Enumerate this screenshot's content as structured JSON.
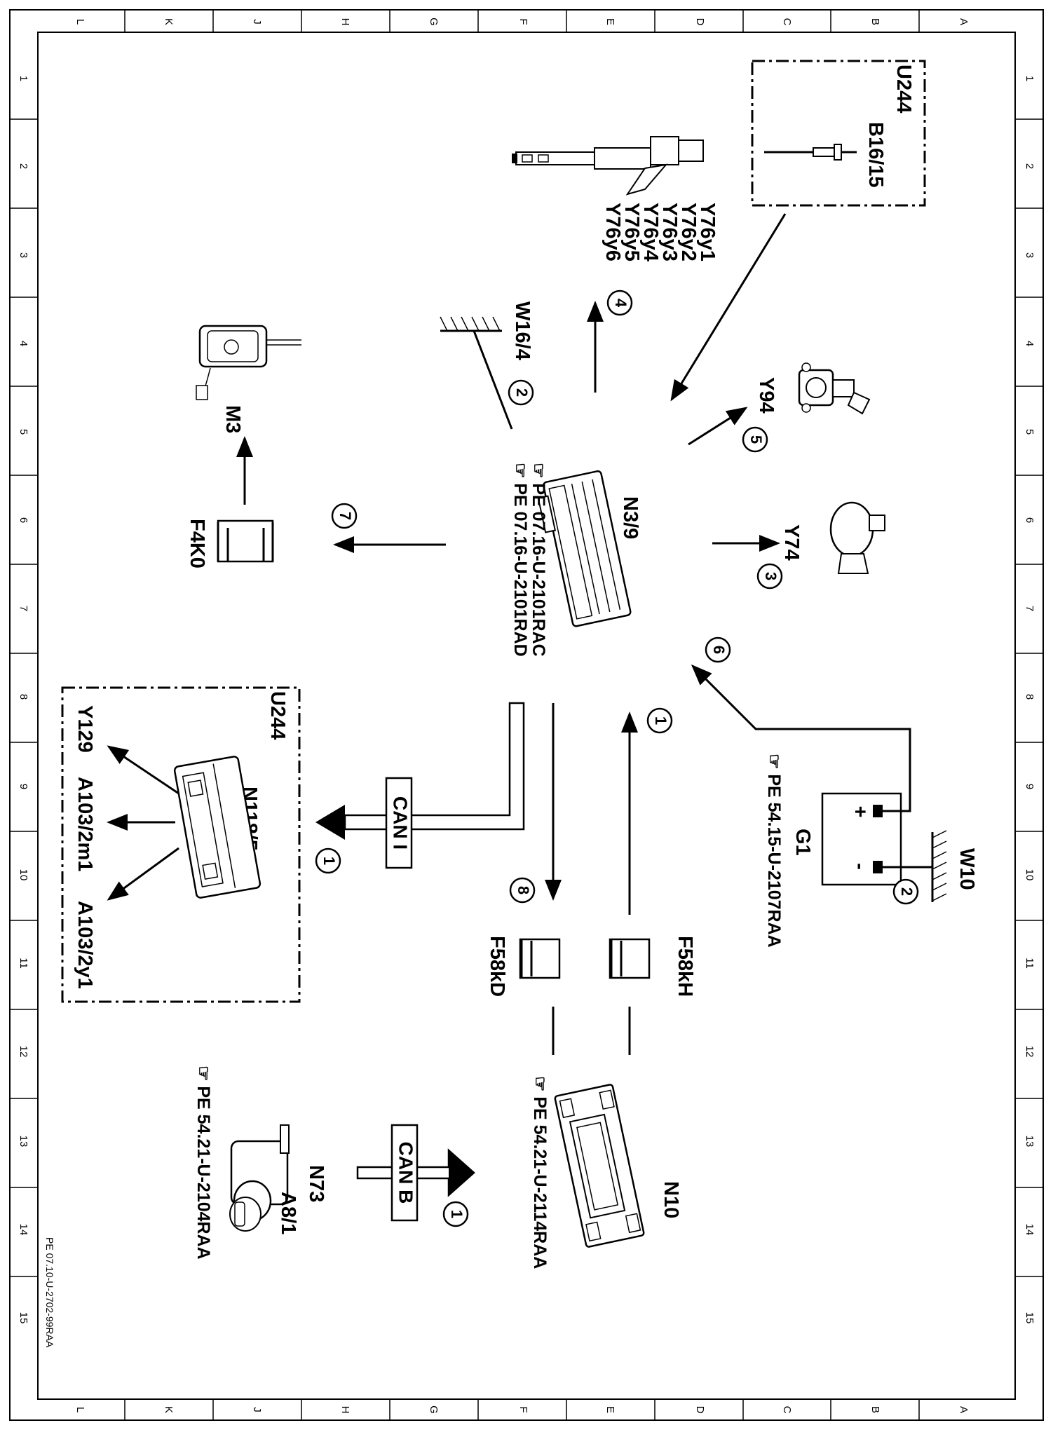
{
  "border": {
    "columns": [
      "A",
      "B",
      "C",
      "D",
      "E",
      "F",
      "G",
      "H",
      "J",
      "K",
      "L"
    ],
    "rows": [
      "1",
      "2",
      "3",
      "4",
      "5",
      "6",
      "7",
      "8",
      "9",
      "10",
      "11",
      "12",
      "13",
      "14",
      "15"
    ]
  },
  "document_code": "PE 07.10-U-2702-99RAA",
  "components": {
    "u244_top": "U244",
    "b16_15": "B16/15",
    "y76": [
      "Y76y1",
      "Y76y2",
      "Y76y3",
      "Y76y4",
      "Y76y5",
      "Y76y6"
    ],
    "w16_4": "W16/4",
    "m3": "M3",
    "f4k0": "F4K0",
    "n3_9": "N3/9",
    "n3_9_refs": [
      "PE 07.16-U-2101RAC",
      "PE 07.16-U-2101RAD"
    ],
    "y94": "Y94",
    "y74": "Y74",
    "u244_bottom": "U244",
    "n118_5": "N118/5",
    "y129": "Y129",
    "a103_2m1": "A103/2m1",
    "a103_2y1": "A103/2y1",
    "can_i": "CAN I",
    "can_b": "CAN B",
    "g1": "G1",
    "g1_ref": "PE 54.15-U-2107RAA",
    "w10": "W10",
    "f58kh": "F58kH",
    "f58kd": "F58kD",
    "n10": "N10",
    "n10_ref": "PE 54.21-U-2114RAA",
    "n73": "N73",
    "a8_1": "A8/1",
    "n73_ref": "PE 54.21-U-2104RAA",
    "battery_plus": "+",
    "battery_minus": "-"
  },
  "callouts": {
    "c1_can_i": "1",
    "c1_can_b": "1",
    "c1_f58kh": "1",
    "c2_w16": "2",
    "c2_w10": "2",
    "c3": "3",
    "c4": "4",
    "c5": "5",
    "c6": "6",
    "c7": "7",
    "c8": "8"
  }
}
